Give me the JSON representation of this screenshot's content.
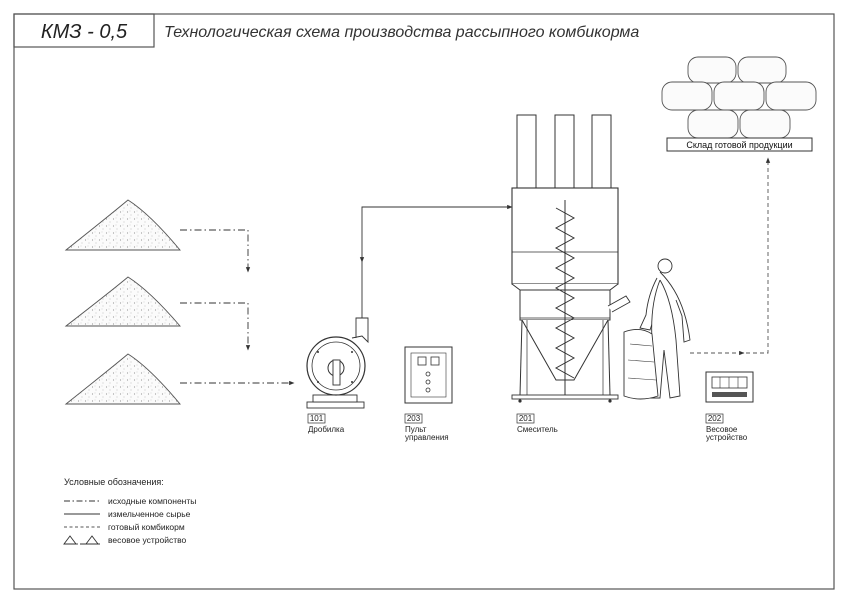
{
  "header": {
    "code": "КМЗ - 0,5",
    "title": "Технологическая схема производства рассыпного комбикорма"
  },
  "warehouse": {
    "label": "Склад готовой продукции"
  },
  "units": [
    {
      "id": "101",
      "name": "Дробилка"
    },
    {
      "id": "203",
      "name_line1": "Пульт",
      "name_line2": "управления"
    },
    {
      "id": "201",
      "name": "Смеситель"
    },
    {
      "id": "202",
      "name_line1": "Весовое",
      "name_line2": "устройство"
    }
  ],
  "legend": {
    "title": "Условные обозначения:",
    "items": [
      {
        "style": "dash-dot",
        "label": "исходные компоненты"
      },
      {
        "style": "solid",
        "label": "измельченное сырье"
      },
      {
        "style": "dashed",
        "label": "готовый комбикорм"
      },
      {
        "style": "scale-symbol",
        "label": "весовое устройство"
      }
    ]
  },
  "colors": {
    "line": "#333333",
    "frame": "#555555",
    "pile": "#c8c8c8"
  }
}
